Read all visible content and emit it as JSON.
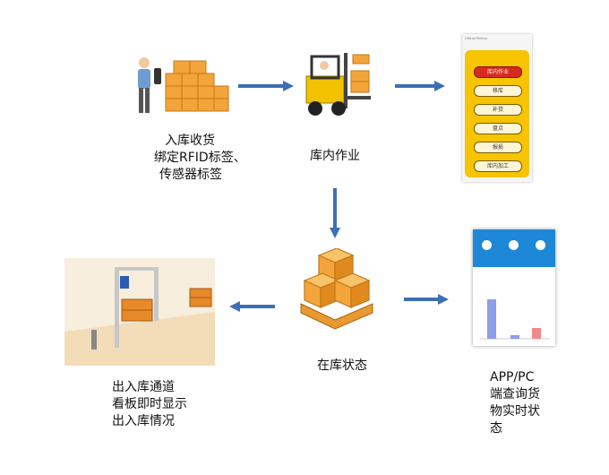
{
  "steps": {
    "inbound": {
      "lines": [
        "入库收货",
        "绑定RFID标签、",
        "传感器标签"
      ]
    },
    "inside": {
      "label": "库内作业"
    },
    "stock": {
      "label": "在库状态"
    },
    "outbound": {
      "lines": [
        "出入库通道",
        "看板即时显示",
        "出入库情况"
      ]
    },
    "app": {
      "lines": [
        "APP/PC",
        "端查询货",
        "物实时状",
        "态"
      ]
    }
  },
  "menu_panel": {
    "items": [
      "库内作业",
      "移库",
      "补货",
      "盘点",
      "报损",
      "库内加工"
    ]
  },
  "colors": {
    "arrow": "#3c6fb4",
    "box": "#f4a53a",
    "menu": "#f6c400",
    "menu_active": "#d72b1f",
    "app_header": "#1e88d8"
  },
  "icons": [
    "scanner-worker-icon",
    "forklift-icon",
    "pallet-boxes-icon",
    "warehouse-channel-icon"
  ]
}
